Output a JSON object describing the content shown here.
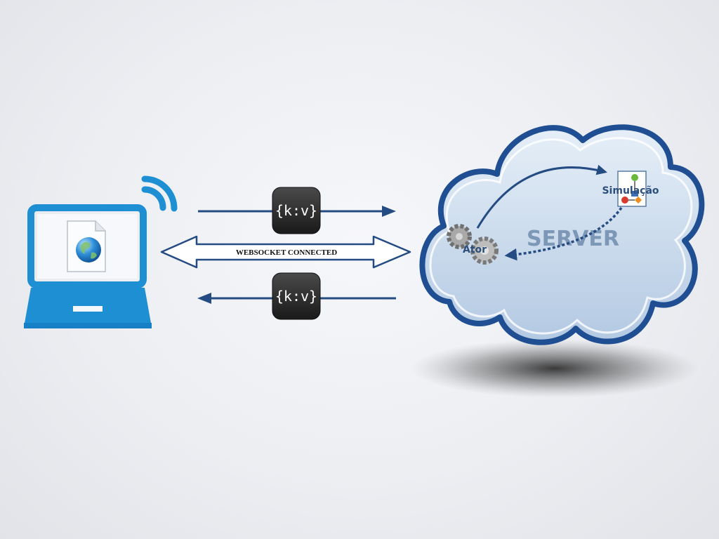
{
  "connection": {
    "label": "WEBSOCKET CONNECTED"
  },
  "messages": {
    "request_badge": "{k:v}",
    "response_badge": "{k:v}"
  },
  "server": {
    "label": "SERVER",
    "actor_label": "Ator",
    "simulation_label": "Simulação"
  },
  "colors": {
    "laptop_blue": "#1f8fd4",
    "arrow_blue": "#244b82",
    "cloud_border": "#1f4f92",
    "cloud_fill": "#c7d9ec",
    "badge_dark": "#2a2a2a"
  },
  "icons": {
    "laptop": "laptop-icon",
    "wifi": "wifi-icon",
    "web_document": "globe-document-icon",
    "gears": "gears-icon",
    "flowchart": "flowchart-icon"
  }
}
